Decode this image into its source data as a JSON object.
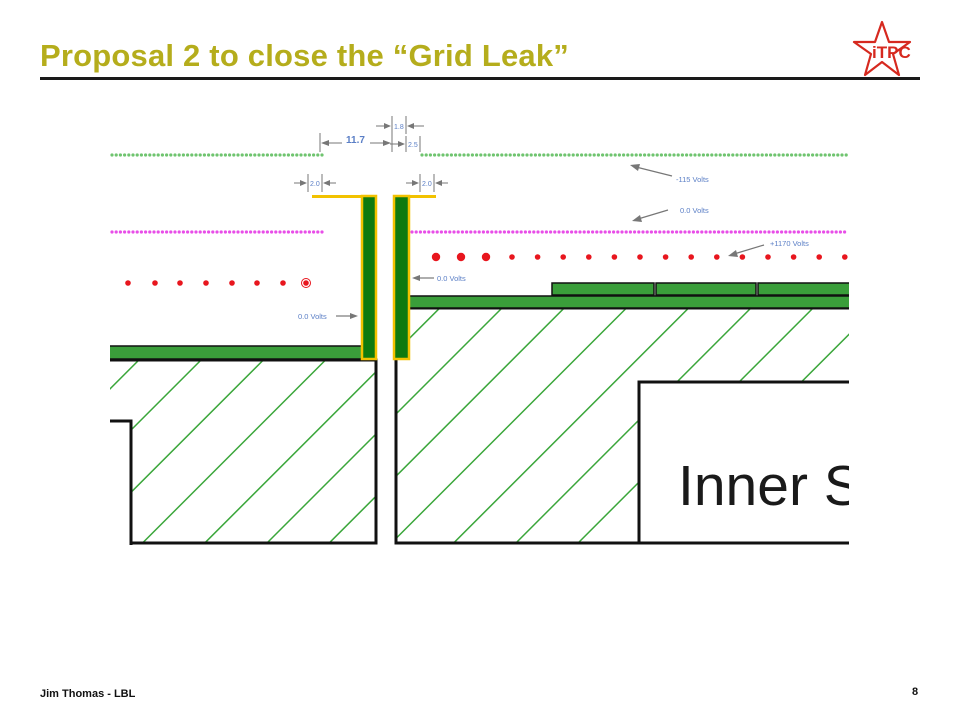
{
  "slide": {
    "title": "Proposal 2 to close the “Grid Leak”",
    "author": "Jim Thomas - LBL",
    "page_number": "8"
  },
  "logo": {
    "text": "iTPC",
    "icon": "star-logo-icon",
    "color": "#d6291f"
  },
  "diagram": {
    "dimensions": {
      "gap": "11.7",
      "top_offset": "1.8",
      "offset_right": "2.5",
      "left_width": "2.0",
      "right_width": "2.0"
    },
    "voltages": {
      "gating_grid": "-115 Volts",
      "ground_grid": "0.0 Volts",
      "anode_wires": "+1170  Volts",
      "right_shield": "0.0 Volts",
      "left_shield": "0.0 Volts"
    },
    "sector_label": "Inner Se",
    "colors": {
      "gating_wire": "#6fc46f",
      "ground_wire": "#e84ee8",
      "anode_wire": "#e8161e",
      "pad_plane": "#3a9e3a",
      "shield": "#0f7a0f",
      "shield_outline": "#f2c200",
      "hatch": "#3aa63a",
      "label": "#5b7fc6"
    }
  }
}
